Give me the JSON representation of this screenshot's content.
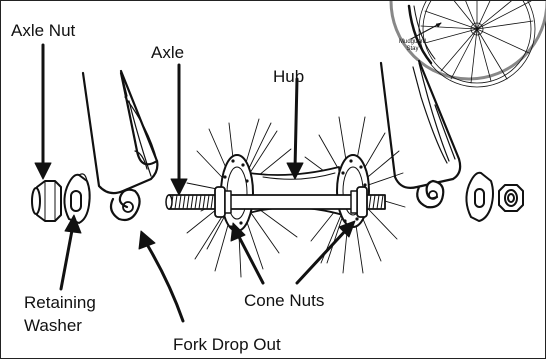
{
  "labels": {
    "axle_nut": "Axle Nut",
    "axle": "Axle",
    "hub": "Hub",
    "retaining_washer": [
      "Retaining",
      "Washer"
    ],
    "cone_nuts": "Cone Nuts",
    "fork_drop_out": "Fork Drop Out"
  },
  "inset": {
    "mudguard_stay": [
      "Mudguard",
      "Stay"
    ]
  },
  "colors": {
    "ink": "#111111",
    "background": "#ffffff"
  }
}
